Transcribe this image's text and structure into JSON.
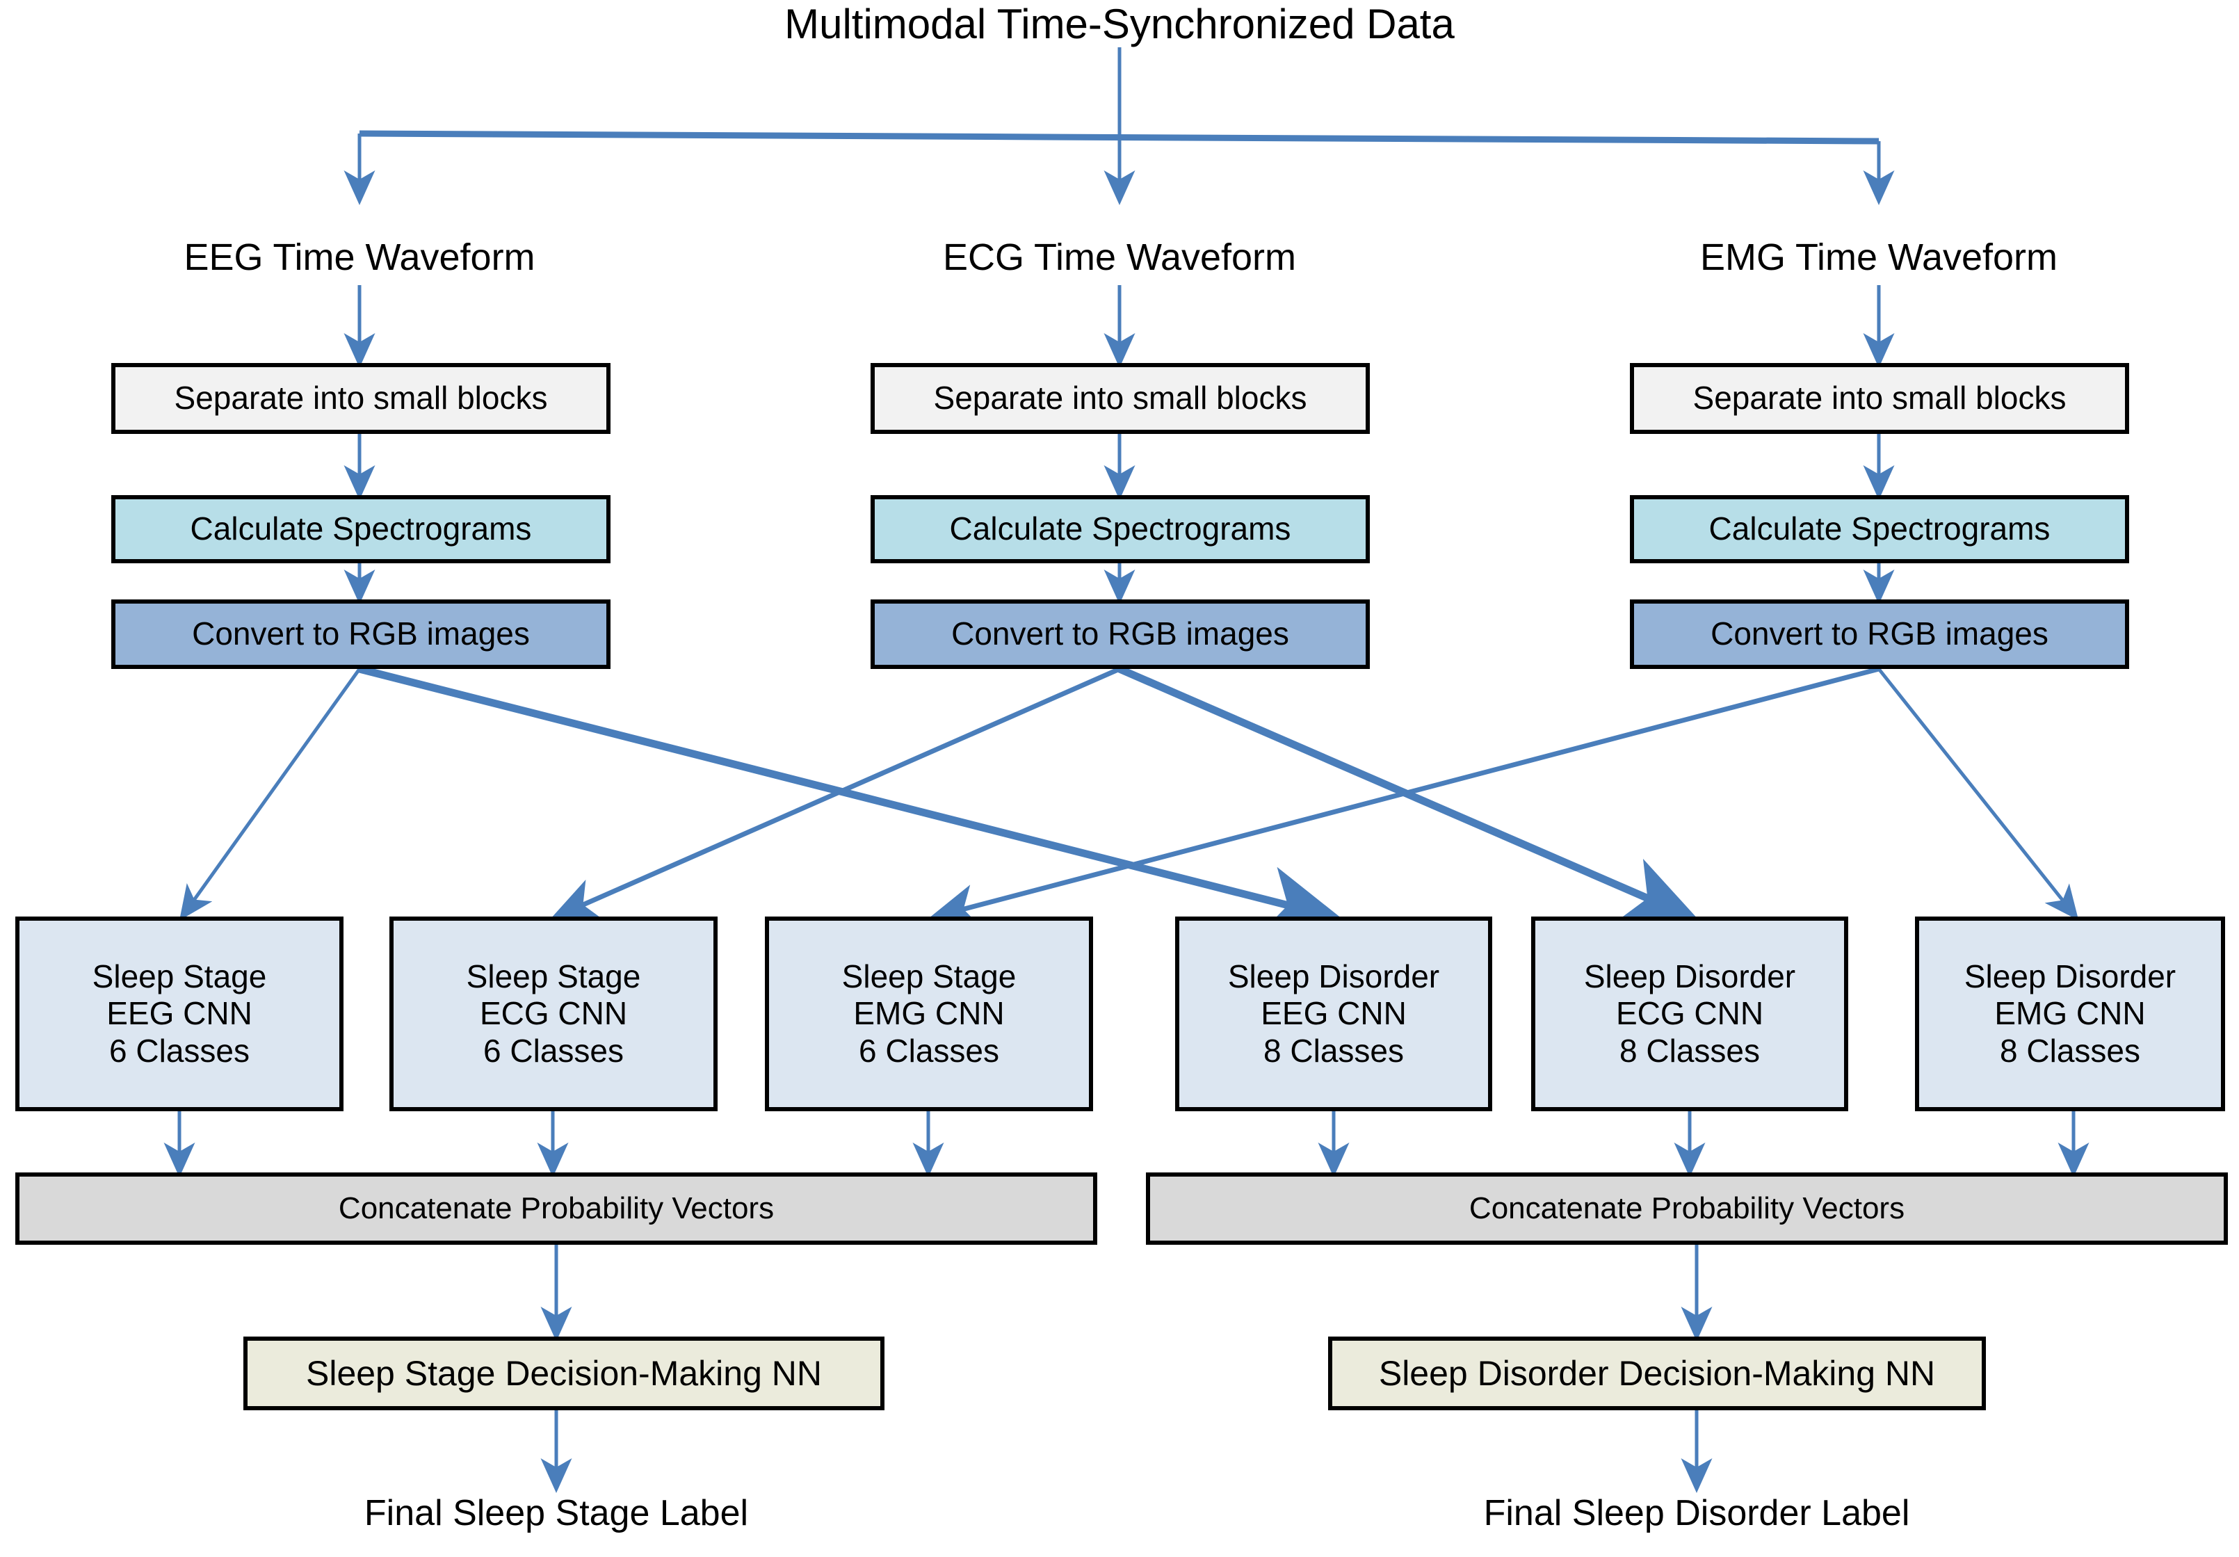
{
  "diagram": {
    "title": "Multimodal Time-Synchronized Data",
    "accent_color": "#4a7ebb",
    "outline_color": "#000000"
  },
  "modalities": [
    {
      "waveform_label": "EEG Time Waveform",
      "steps": [
        {
          "label": "Separate into small blocks",
          "fill": "#f2f2f2"
        },
        {
          "label": "Calculate Spectrograms",
          "fill": "#b7dee8"
        },
        {
          "label": "Convert to RGB images",
          "fill": "#95b3d7"
        }
      ]
    },
    {
      "waveform_label": "ECG Time Waveform",
      "steps": [
        {
          "label": "Separate into small blocks",
          "fill": "#f2f2f2"
        },
        {
          "label": "Calculate Spectrograms",
          "fill": "#b7dee8"
        },
        {
          "label": "Convert to RGB images",
          "fill": "#95b3d7"
        }
      ]
    },
    {
      "waveform_label": "EMG Time Waveform",
      "steps": [
        {
          "label": "Separate into small blocks",
          "fill": "#f2f2f2"
        },
        {
          "label": "Calculate Spectrograms",
          "fill": "#b7dee8"
        },
        {
          "label": "Convert to RGB images",
          "fill": "#95b3d7"
        }
      ]
    }
  ],
  "cnns": [
    {
      "task": "Sleep Stage",
      "model": "EEG CNN",
      "classes": "6 Classes",
      "fill": "#dce6f1"
    },
    {
      "task": "Sleep Stage",
      "model": "ECG CNN",
      "classes": "6 Classes",
      "fill": "#dce6f1"
    },
    {
      "task": "Sleep Stage",
      "model": "EMG CNN",
      "classes": "6 Classes",
      "fill": "#dce6f1"
    },
    {
      "task": "Sleep Disorder",
      "model": "EEG CNN",
      "classes": "8 Classes",
      "fill": "#dce6f1"
    },
    {
      "task": "Sleep Disorder",
      "model": "ECG CNN",
      "classes": "8 Classes",
      "fill": "#dce6f1"
    },
    {
      "task": "Sleep Disorder",
      "model": "EMG CNN",
      "classes": "8 Classes",
      "fill": "#dce6f1"
    }
  ],
  "branches": [
    {
      "concat_label": "Concatenate Probability Vectors",
      "decision_label": "Sleep Stage Decision-Making NN",
      "final_label": "Final Sleep Stage Label"
    },
    {
      "concat_label": "Concatenate Probability Vectors",
      "decision_label": "Sleep Disorder Decision-Making NN",
      "final_label": "Final Sleep Disorder Label"
    }
  ],
  "chart_data": {
    "type": "diagram",
    "title": "Multimodal Time-Synchronized Data",
    "nodes": [
      "Multimodal Time-Synchronized Data",
      "EEG Time Waveform",
      "ECG Time Waveform",
      "EMG Time Waveform",
      "Separate into small blocks",
      "Calculate Spectrograms",
      "Convert to RGB images",
      "Sleep Stage EEG CNN 6 Classes",
      "Sleep Stage ECG CNN 6 Classes",
      "Sleep Stage EMG CNN 6 Classes",
      "Sleep Disorder EEG CNN 8 Classes",
      "Sleep Disorder ECG CNN 8 Classes",
      "Sleep Disorder EMG CNN 8 Classes",
      "Concatenate Probability Vectors",
      "Sleep Stage Decision-Making NN",
      "Sleep Disorder Decision-Making NN",
      "Final Sleep Stage Label",
      "Final Sleep Disorder Label"
    ],
    "edges": [
      [
        "Multimodal Time-Synchronized Data",
        "EEG Time Waveform"
      ],
      [
        "Multimodal Time-Synchronized Data",
        "ECG Time Waveform"
      ],
      [
        "Multimodal Time-Synchronized Data",
        "EMG Time Waveform"
      ],
      [
        "EEG Time Waveform",
        "EEG Separate into small blocks"
      ],
      [
        "EEG Separate into small blocks",
        "EEG Calculate Spectrograms"
      ],
      [
        "EEG Calculate Spectrograms",
        "EEG Convert to RGB images"
      ],
      [
        "ECG Time Waveform",
        "ECG Separate into small blocks"
      ],
      [
        "ECG Separate into small blocks",
        "ECG Calculate Spectrograms"
      ],
      [
        "ECG Calculate Spectrograms",
        "ECG Convert to RGB images"
      ],
      [
        "EMG Time Waveform",
        "EMG Separate into small blocks"
      ],
      [
        "EMG Separate into small blocks",
        "EMG Calculate Spectrograms"
      ],
      [
        "EMG Calculate Spectrograms",
        "EMG Convert to RGB images"
      ],
      [
        "EEG Convert to RGB images",
        "Sleep Stage EEG CNN 6 Classes"
      ],
      [
        "EEG Convert to RGB images",
        "Sleep Disorder EEG CNN 8 Classes"
      ],
      [
        "ECG Convert to RGB images",
        "Sleep Stage ECG CNN 6 Classes"
      ],
      [
        "ECG Convert to RGB images",
        "Sleep Disorder ECG CNN 8 Classes"
      ],
      [
        "EMG Convert to RGB images",
        "Sleep Stage EMG CNN 6 Classes"
      ],
      [
        "EMG Convert to RGB images",
        "Sleep Disorder EMG CNN 8 Classes"
      ],
      [
        "Sleep Stage EEG CNN 6 Classes",
        "Concatenate Probability Vectors (Stage)"
      ],
      [
        "Sleep Stage ECG CNN 6 Classes",
        "Concatenate Probability Vectors (Stage)"
      ],
      [
        "Sleep Stage EMG CNN 6 Classes",
        "Concatenate Probability Vectors (Stage)"
      ],
      [
        "Sleep Disorder EEG CNN 8 Classes",
        "Concatenate Probability Vectors (Disorder)"
      ],
      [
        "Sleep Disorder ECG CNN 8 Classes",
        "Concatenate Probability Vectors (Disorder)"
      ],
      [
        "Sleep Disorder EMG CNN 8 Classes",
        "Concatenate Probability Vectors (Disorder)"
      ],
      [
        "Concatenate Probability Vectors (Stage)",
        "Sleep Stage Decision-Making NN"
      ],
      [
        "Concatenate Probability Vectors (Disorder)",
        "Sleep Disorder Decision-Making NN"
      ],
      [
        "Sleep Stage Decision-Making NN",
        "Final Sleep Stage Label"
      ],
      [
        "Sleep Disorder Decision-Making NN",
        "Final Sleep Disorder Label"
      ]
    ]
  }
}
